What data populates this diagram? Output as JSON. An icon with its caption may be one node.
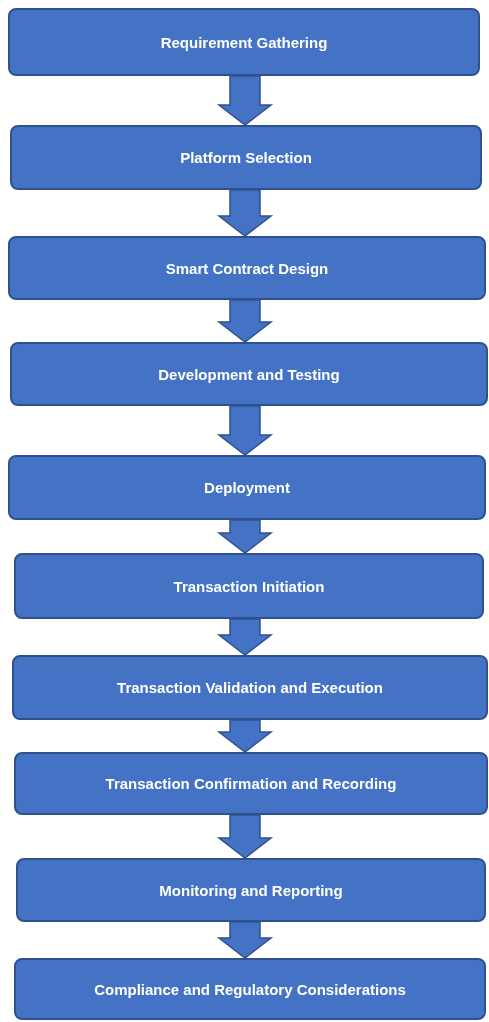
{
  "diagram": {
    "nodes": [
      {
        "text": [
          "Requirement Gathering"
        ]
      },
      {
        "text": [
          "Platform Selection"
        ]
      },
      {
        "text": [
          "Smart Contract Design"
        ]
      },
      {
        "text": [
          "Development and Testing"
        ]
      },
      {
        "text": [
          "Deployment"
        ]
      },
      {
        "text": [
          "Transaction Initiation"
        ]
      },
      {
        "text": [
          "Transaction Validation and Execution"
        ]
      },
      {
        "text": [
          "Transaction Confirmation and Recording"
        ]
      },
      {
        "text": [
          "Monitoring and Reporting"
        ]
      },
      {
        "text": [
          "Compliance and Regulatory Considerations"
        ]
      }
    ],
    "edges": [
      {
        "from": 0,
        "to": 1,
        "arrow": "to"
      },
      {
        "from": 1,
        "to": 2,
        "arrow": "to"
      },
      {
        "from": 2,
        "to": 3,
        "arrow": "to"
      },
      {
        "from": 3,
        "to": 4,
        "arrow": "to"
      },
      {
        "from": 4,
        "to": 5,
        "arrow": "to"
      },
      {
        "from": 5,
        "to": 6,
        "arrow": "to"
      },
      {
        "from": 6,
        "to": 7,
        "arrow": "to"
      },
      {
        "from": 7,
        "to": 8,
        "arrow": "to"
      },
      {
        "from": 8,
        "to": 9,
        "arrow": "to"
      }
    ]
  }
}
